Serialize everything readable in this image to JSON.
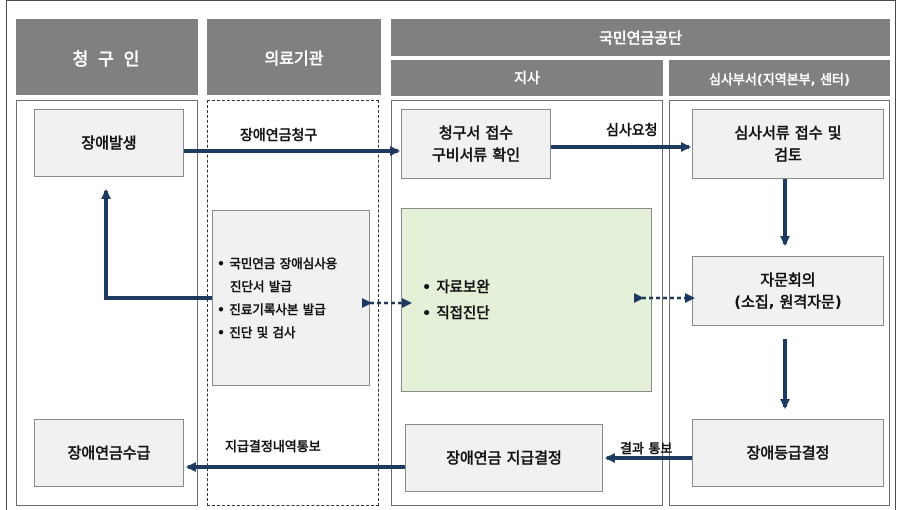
{
  "headers": {
    "claimant": "청 구 인",
    "medical": "의료기관",
    "nps": "국민연금공단",
    "branch": "지사",
    "review_dept": "심사부서(지역본부, 센터)"
  },
  "boxes": {
    "disability_occurs": "장애발생",
    "receive_pension": "장애연금수급",
    "claim_receipt": "청구서 접수\n구비서류 확인",
    "review_receipt": "심사서류 접수 및\n검토",
    "advisory_meeting": "자문회의\n(소집, 원격자문)",
    "grade_decision": "장애등급결정",
    "payment_decision": "장애연금 지급결정"
  },
  "medical_items": [
    "• 국민연금 장애심사용",
    "   진단서 발급",
    "• 진료기록사본 발급",
    "• 진단 및 검사"
  ],
  "branch_items": [
    "• 자료보완",
    "• 직접진단"
  ],
  "labels": {
    "pension_claim": "장애연금청구",
    "review_request": "심사요청",
    "result_notice": "결과 통보",
    "payment_notice": "지급결정내역통보"
  },
  "colors": {
    "arrow": "#1f3a5f",
    "header": "#808080",
    "box": "#f1f1f1",
    "green": "#e4f0d8"
  }
}
